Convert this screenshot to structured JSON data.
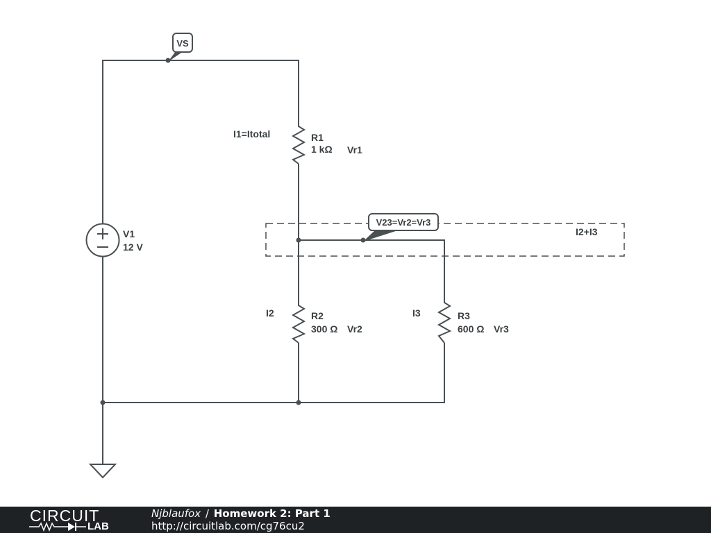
{
  "schematic": {
    "flags": {
      "vs": "VS",
      "v23": "V23=Vr2=Vr3"
    },
    "labels": {
      "i1": "I1=Itotal",
      "i2": "I2",
      "i3": "I3",
      "i2i3": "I2+I3",
      "vr1": "Vr1",
      "vr2": "Vr2",
      "vr3": "Vr3"
    },
    "components": {
      "v1": {
        "name": "V1",
        "value": "12 V"
      },
      "r1": {
        "name": "R1",
        "value": "1 kΩ"
      },
      "r2": {
        "name": "R2",
        "value": "300 Ω"
      },
      "r3": {
        "name": "R3",
        "value": "600 Ω"
      }
    }
  },
  "footer": {
    "logo_top": "CIRCUIT",
    "logo_bottom": "LAB",
    "author": "Njblaufox",
    "separator": "/",
    "title": "Homework 2: Part 1",
    "url": "http://circuitlab.com/cg76cu2"
  },
  "colors": {
    "wire": "#4a4f52",
    "footer_bg": "#1f2224"
  }
}
